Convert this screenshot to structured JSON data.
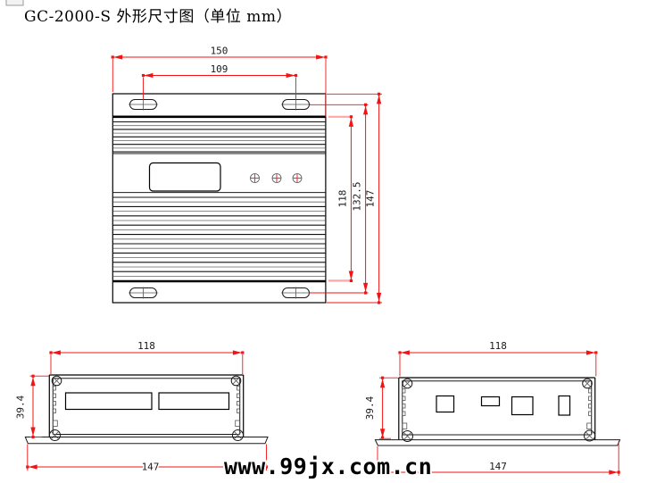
{
  "title": "GC-2000-S 外形尺寸图（单位 mm）",
  "watermark": "www.99jx.com.cn",
  "colors": {
    "dimension": "#f21414",
    "line": "#000000"
  },
  "views": {
    "top": {
      "width_total": "150",
      "hole_spacing": "109",
      "height_body": "118",
      "height_holes": "132.5",
      "height_total": "147"
    },
    "front": {
      "width_body": "118",
      "height": "39.4",
      "width_base": "147"
    },
    "rear": {
      "width_body": "118",
      "height": "39.4",
      "width_base": "147"
    }
  }
}
